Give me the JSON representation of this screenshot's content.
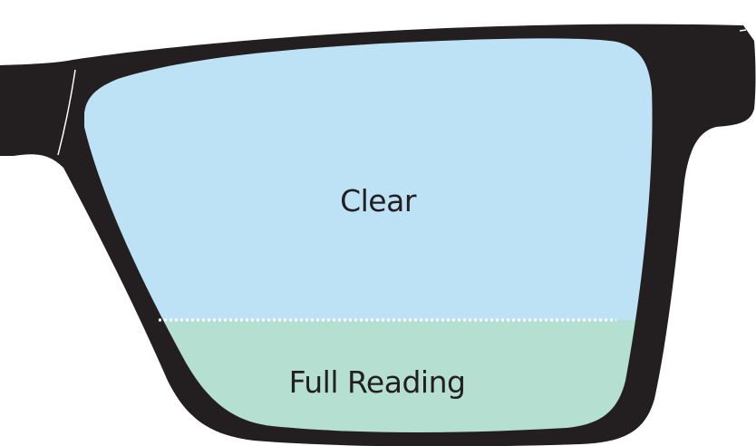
{
  "zones": [
    {
      "label": "Clear",
      "color": "#bee2f5"
    },
    {
      "label": "Full Reading",
      "color": "#b5dfd0"
    }
  ],
  "frame_color": "#231f20",
  "divider_style": "dotted-white"
}
